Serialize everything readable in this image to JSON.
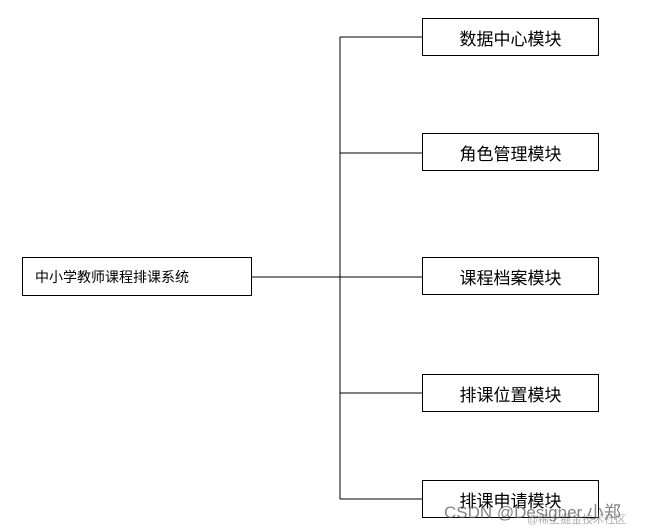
{
  "diagram": {
    "root": {
      "label": "中小学教师课程排课系统"
    },
    "modules": [
      {
        "label": "数据中心模块"
      },
      {
        "label": "角色管理模块"
      },
      {
        "label": "课程档案模块"
      },
      {
        "label": "排课位置模块"
      },
      {
        "label": "排课申请模块"
      }
    ],
    "line_color": "#000000",
    "box_border_color": "#000000"
  },
  "watermark": {
    "text": "CSDN @Designer 小郑",
    "subtext": "@稀土掘金技术社区"
  }
}
